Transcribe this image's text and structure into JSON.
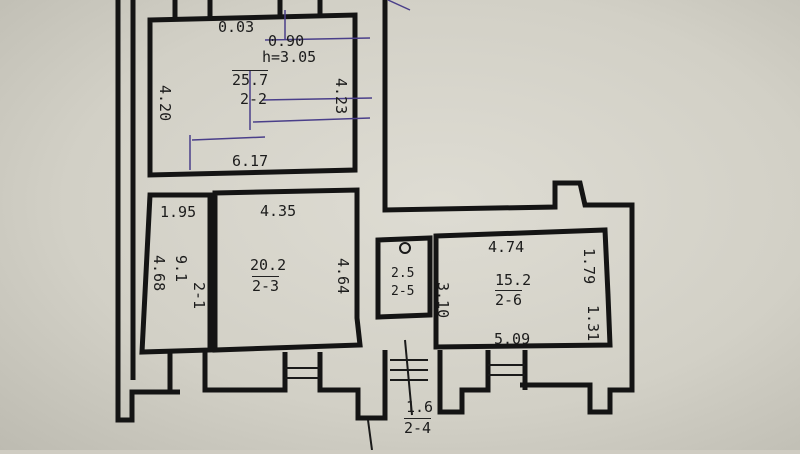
{
  "rooms": [
    {
      "id": "2-2",
      "area": "25.7",
      "extra": [
        "h=3.05",
        "0.90",
        "0.03"
      ],
      "dims": [
        "4.20",
        "4.23",
        "6.17"
      ]
    },
    {
      "id": "2-1",
      "area": "9.1",
      "dims": [
        "1.95",
        "4.68"
      ]
    },
    {
      "id": "2-3",
      "area": "20.2",
      "dims": [
        "4.35",
        "4.64"
      ]
    },
    {
      "id": "2-5",
      "area": "2.5",
      "dims": [
        "3.10"
      ]
    },
    {
      "id": "2-6",
      "area": "15.2",
      "dims": [
        "4.74",
        "1.79",
        "1.31",
        "5.09"
      ]
    },
    {
      "id": "2-4",
      "area": "1.6",
      "dims": []
    }
  ],
  "colors": {
    "wall": "#141414",
    "paper": "#d8d6cc",
    "pen": "#4a3f8a"
  }
}
